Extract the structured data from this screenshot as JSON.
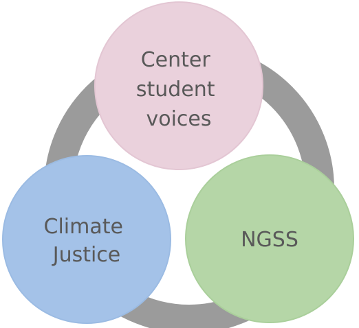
{
  "diagram": {
    "ring_color": "#9b9b9b",
    "nodes": [
      {
        "id": "center-student-voices",
        "lines": [
          "Center",
          "student",
          "voices"
        ],
        "fill": "#ead1dc",
        "stroke": "#e3c6d3"
      },
      {
        "id": "climate-justice",
        "lines": [
          "Climate",
          "Justice"
        ],
        "fill": "#a4c2e8",
        "stroke": "#9bbbe3"
      },
      {
        "id": "ngss",
        "lines": [
          "NGSS"
        ],
        "fill": "#b5d6a7",
        "stroke": "#aacf9b"
      }
    ]
  }
}
